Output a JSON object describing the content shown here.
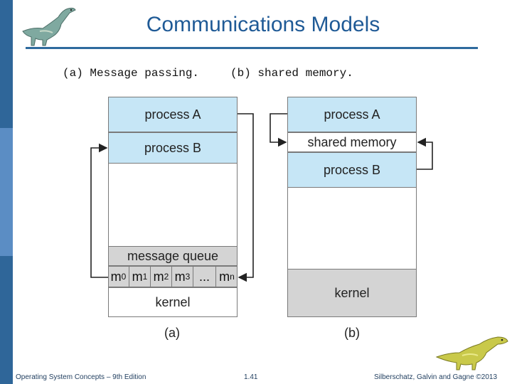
{
  "title": "Communications Models",
  "subtitle_a": "(a) Message passing.",
  "subtitle_b": "(b) shared memory.",
  "diagram_a": {
    "process_a": "process A",
    "process_b": "process B",
    "message_queue": "message queue",
    "queue_cells": [
      {
        "base": "m",
        "sub": "0"
      },
      {
        "base": "m",
        "sub": "1"
      },
      {
        "base": "m",
        "sub": "2"
      },
      {
        "base": "m",
        "sub": "3"
      },
      {
        "base": "...",
        "sub": ""
      },
      {
        "base": "m",
        "sub": "n"
      }
    ],
    "kernel": "kernel",
    "caption": "(a)"
  },
  "diagram_b": {
    "process_a": "process A",
    "shared_memory": "shared memory",
    "process_b": "process B",
    "kernel": "kernel",
    "caption": "(b)"
  },
  "footer": {
    "left": "Operating System Concepts – 9th Edition",
    "center": "1.41",
    "right": "Silberschatz, Galvin and Gagne ©2013"
  },
  "colors": {
    "title": "#1f5a96",
    "process_fill": "#c6e6f6",
    "kernel_fill_b": "#d4d4d4",
    "queue_fill": "#d4d4d4"
  }
}
